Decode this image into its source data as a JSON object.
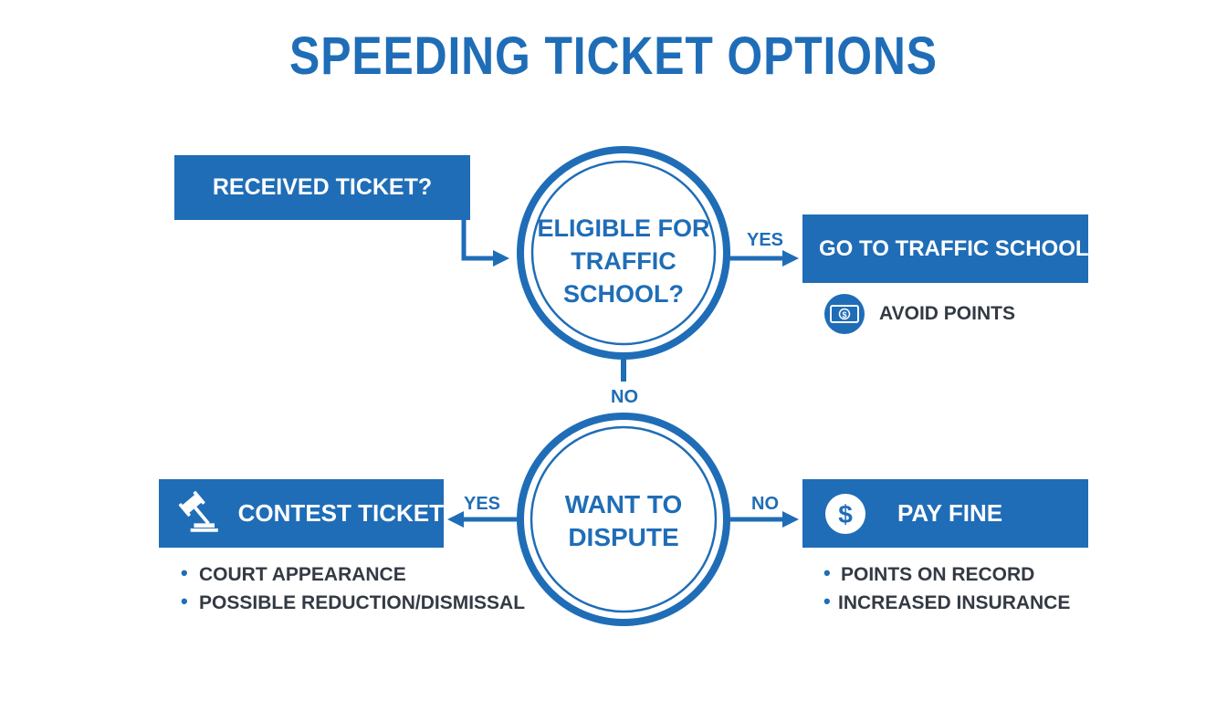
{
  "title": "SPEEDING TICKET OPTIONS",
  "nodes": {
    "received": "RECEIVED TICKET?",
    "eligible": [
      "ELIGIBLE FOR",
      "TRAFFIC",
      "SCHOOL?"
    ],
    "traffic_school": "GO TO TRAFFIC SCHOOL",
    "avoid_points": "AVOID POINTS",
    "dispute": [
      "WANT TO",
      "DISPUTE"
    ],
    "contest": "CONTEST TICKET",
    "pay": "PAY FINE"
  },
  "edges": {
    "eligible_yes": "YES",
    "eligible_no": "NO",
    "dispute_yes": "YES",
    "dispute_no": "NO"
  },
  "contest_bullets": [
    "COURT APPEARANCE",
    "POSSIBLE REDUCTION/DISMISSAL"
  ],
  "pay_bullets": [
    "POINTS ON RECORD",
    "INCREASED INSURANCE"
  ],
  "colors": {
    "primary": "#1f6db7",
    "text_dark": "#333a44",
    "background": "#ffffff"
  },
  "icons": [
    "school-icon",
    "money-icon",
    "gavel-icon",
    "dollar-icon"
  ]
}
